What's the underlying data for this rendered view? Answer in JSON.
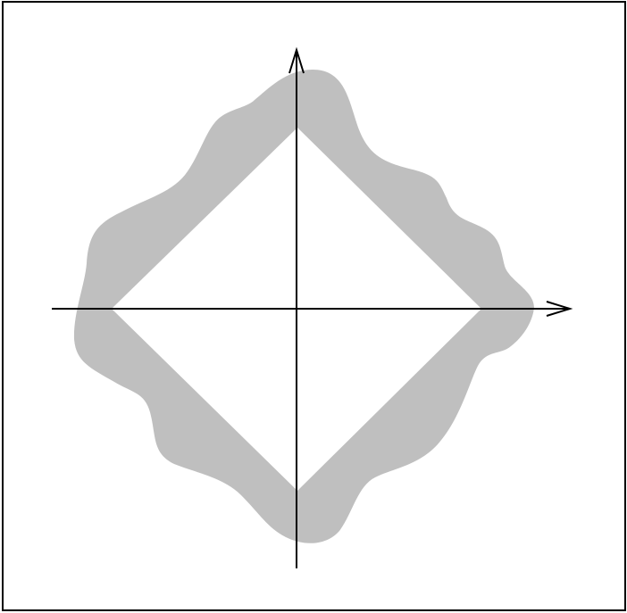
{
  "figure": {
    "description_shapes": [
      "outer-wavy-region",
      "inner-diamond",
      "x-axis",
      "y-axis"
    ],
    "colors": {
      "region_fill": "#bfbfbf",
      "diamond_fill": "#ffffff",
      "stroke": "#000000",
      "background": "#ffffff"
    }
  }
}
